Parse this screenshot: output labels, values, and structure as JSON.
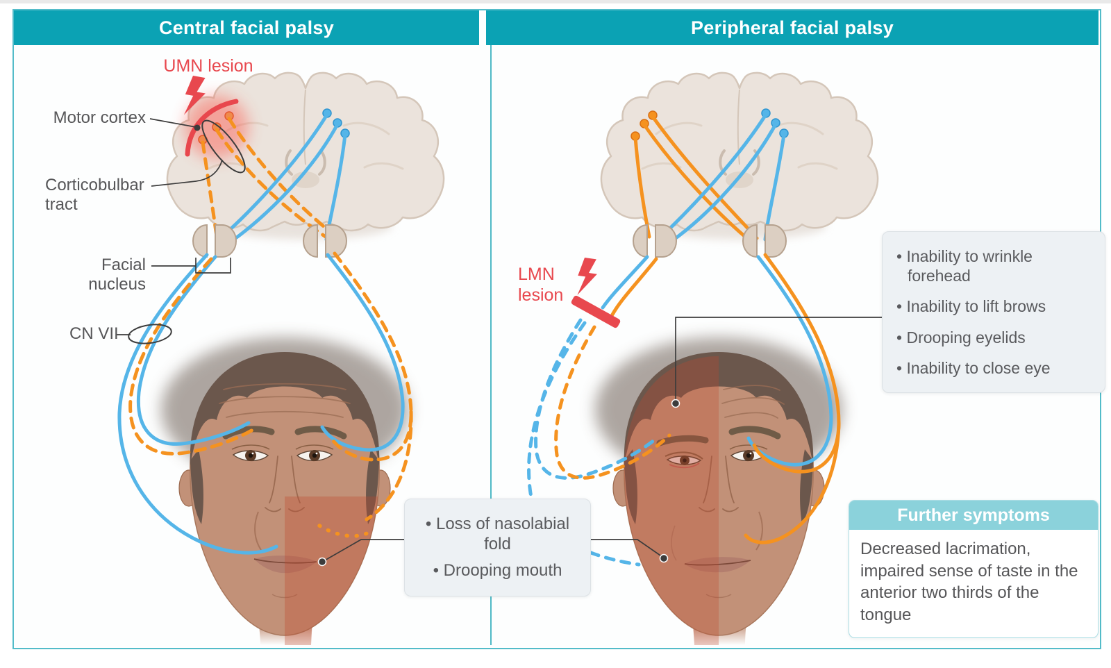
{
  "left_panel": {
    "title": "Central facial palsy",
    "lesion_label": "UMN lesion",
    "labels": {
      "motor_cortex": "Motor cortex",
      "corticobulbar_tract": "Corticobulbar tract",
      "facial_nucleus": "Facial nucleus",
      "cn_vii": "CN VII"
    },
    "callout": {
      "items": [
        "Loss of nasolabial fold",
        "Drooping mouth"
      ]
    }
  },
  "right_panel": {
    "title": "Peripheral facial palsy",
    "lesion_label": "LMN lesion",
    "symptoms": {
      "items": [
        "Inability to wrinkle forehead",
        "Inability to lift brows",
        "Drooping eyelids",
        "Inability to close eye"
      ]
    },
    "further": {
      "title": "Further symptoms",
      "body": "Decreased lacrimation, impaired sense of taste in the anterior two thirds of the tongue"
    }
  },
  "colors": {
    "header_teal": "#0ba2b4",
    "frame_border_teal": "#53bcc9",
    "lesion_red": "#e8484e",
    "nerve_blue": "#55b5e8",
    "nerve_orange": "#f5921f",
    "further_header_teal": "#8bd2db",
    "callout_gray": "#edf1f4",
    "label_gray": "#565658"
  }
}
